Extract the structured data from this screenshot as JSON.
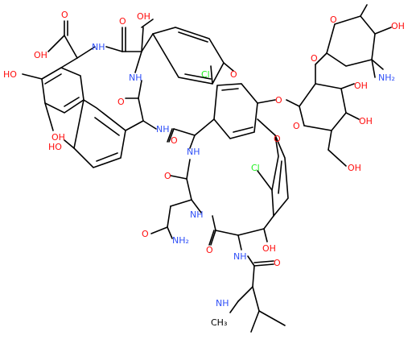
{
  "colors": {
    "background": "#ffffff",
    "bond": "#000000",
    "oxygen": "#ff0d0d",
    "nitrogen": "#3050f8",
    "chlorine": "#1ff01f",
    "carbon": "#000000"
  },
  "atom_labels": {
    "carboxyl_oh": "OH",
    "carboxyl_o": "O",
    "nh_amide_1": "NH",
    "carbonyl_o_1": "O",
    "oh_beta_1": "OH",
    "nh_amide_2": "NH",
    "carbonyl_o_2": "O",
    "cl_1": "Cl",
    "ether_o_1": "O",
    "ether_o_glyco": "O",
    "oh_resorcinol_1": "HO",
    "oh_resorcinol_2": "OH",
    "oh_phenol": "HO",
    "nh_amide_3": "NH",
    "carbonyl_o_3": "O",
    "nh_amide_4": "NH",
    "carbonyl_o_4": "O",
    "cl_2": "Cl",
    "ether_o_2": "O",
    "nh_amide_5": "NH",
    "carbonyl_o_5": "O",
    "amide_o": "O",
    "amide_nh2": "NH₂",
    "oh_beta_2": "OH",
    "nh_amide_6": "NH",
    "carbonyl_o_6": "O",
    "nh_methyl": "NH",
    "methyl_ch3": "CH₃",
    "sugar1_ring_o": "O",
    "sugar1_oh_3": "OH",
    "sugar1_oh_4": "OH",
    "sugar1_oh_6": "OH",
    "sugar2_link_o": "O",
    "sugar2_ring_o": "O",
    "sugar2_oh": "OH",
    "sugar2_nh2": "NH₂"
  }
}
